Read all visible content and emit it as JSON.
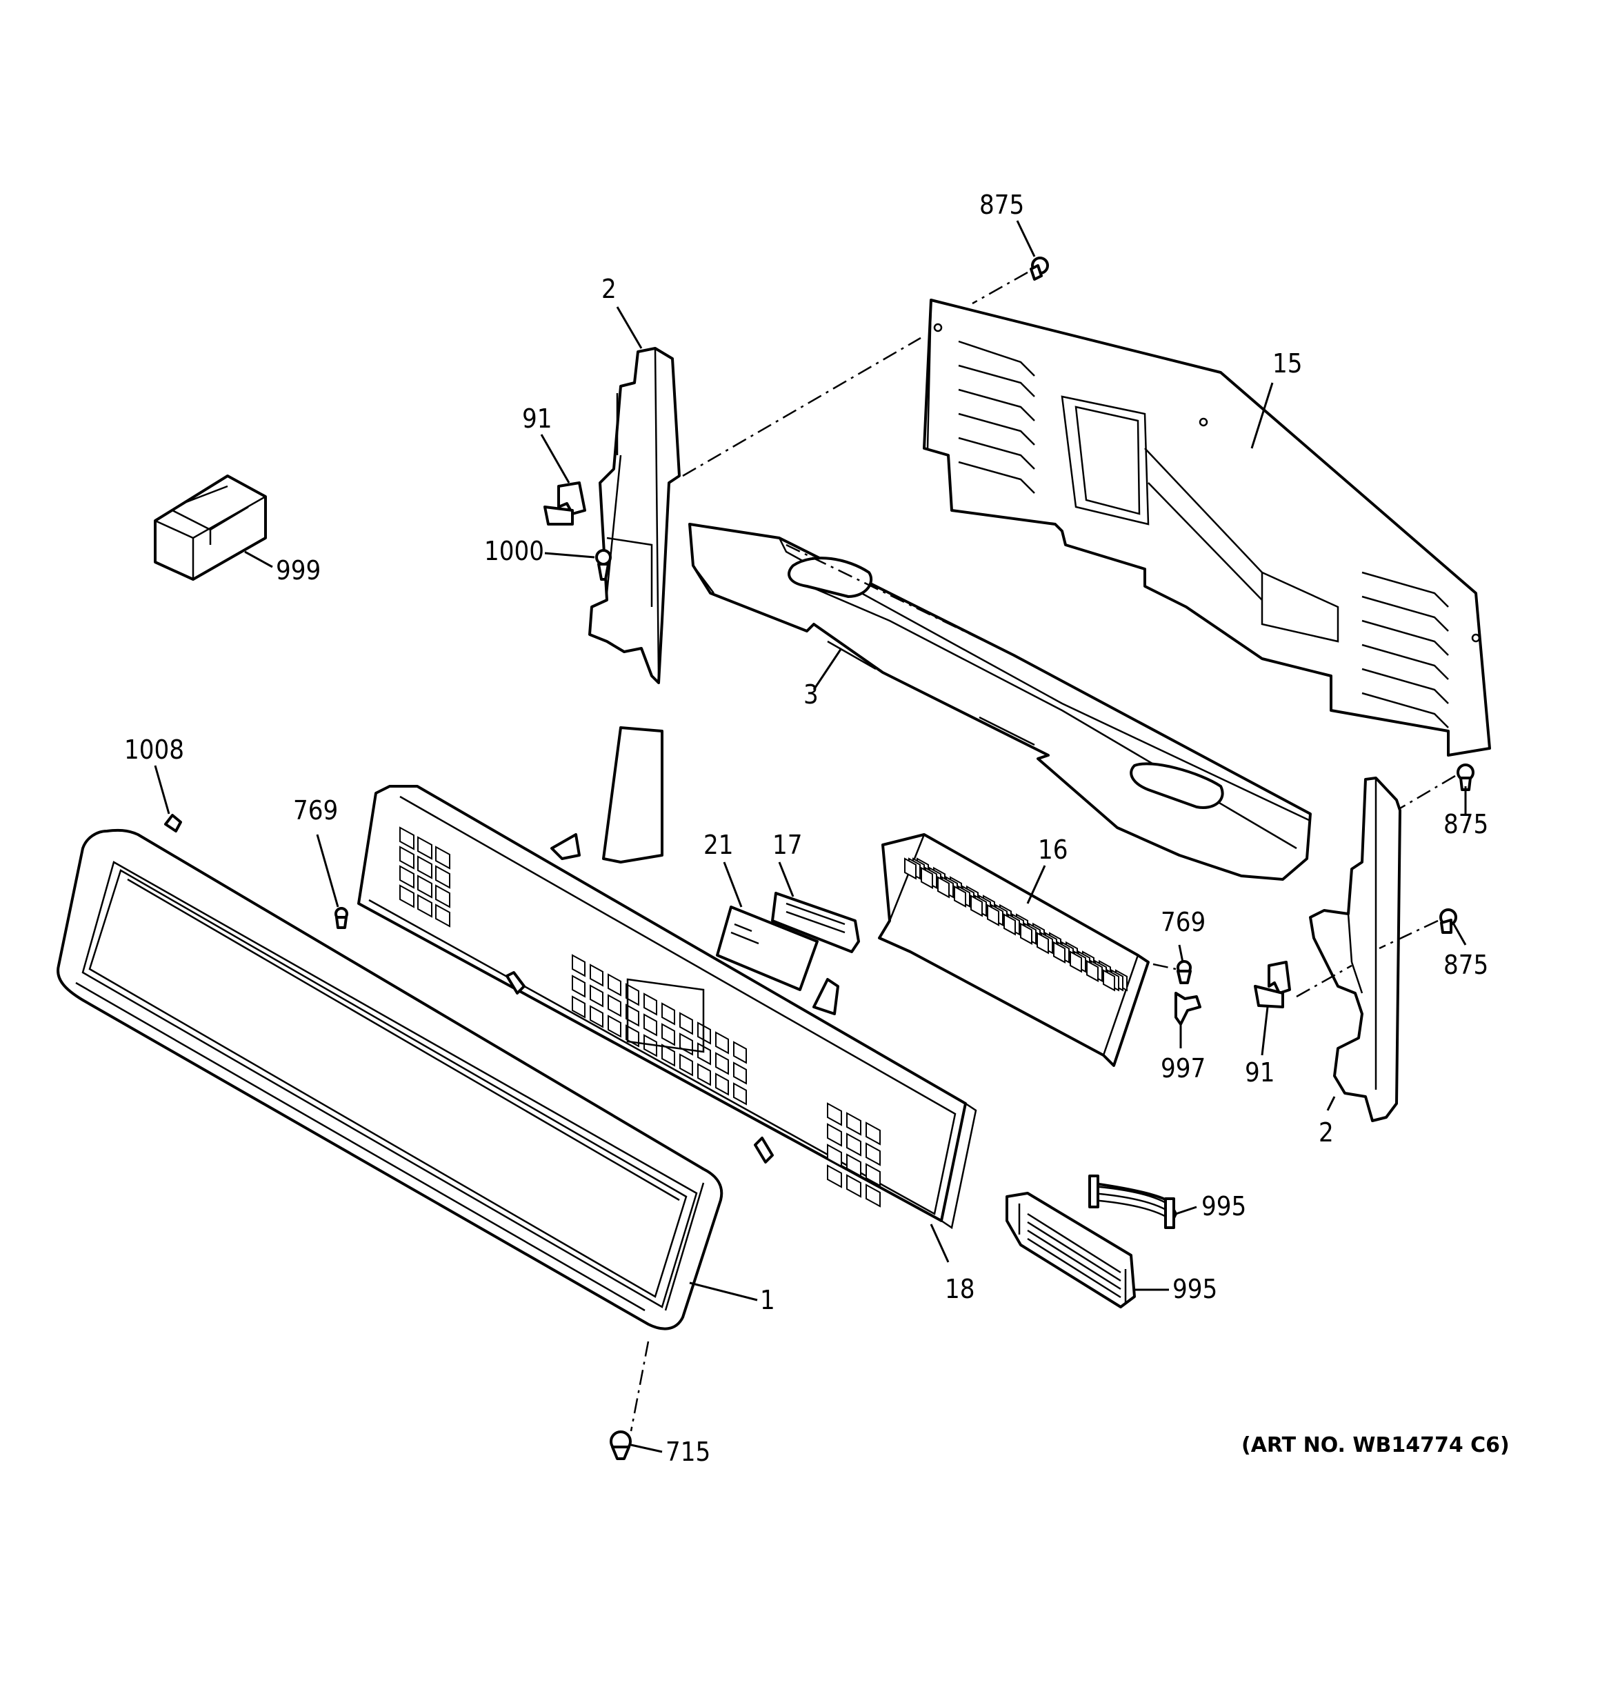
{
  "callouts": [
    {
      "id": "875a",
      "text": "875"
    },
    {
      "id": "2a",
      "text": "2"
    },
    {
      "id": "15",
      "text": "15"
    },
    {
      "id": "91a",
      "text": "91"
    },
    {
      "id": "1000",
      "text": "1000"
    },
    {
      "id": "999",
      "text": "999"
    },
    {
      "id": "3",
      "text": "3"
    },
    {
      "id": "1008",
      "text": "1008"
    },
    {
      "id": "769a",
      "text": "769"
    },
    {
      "id": "21",
      "text": "21"
    },
    {
      "id": "17",
      "text": "17"
    },
    {
      "id": "16",
      "text": "16"
    },
    {
      "id": "875b",
      "text": "875"
    },
    {
      "id": "875c",
      "text": "875"
    },
    {
      "id": "769b",
      "text": "769"
    },
    {
      "id": "997",
      "text": "997"
    },
    {
      "id": "91b",
      "text": "91"
    },
    {
      "id": "2b",
      "text": "2"
    },
    {
      "id": "995a",
      "text": "995"
    },
    {
      "id": "995b",
      "text": "995"
    },
    {
      "id": "1",
      "text": "1"
    },
    {
      "id": "18",
      "text": "18"
    },
    {
      "id": "715",
      "text": "715"
    }
  ],
  "art_number": "(ART NO. WB14774 C6)"
}
